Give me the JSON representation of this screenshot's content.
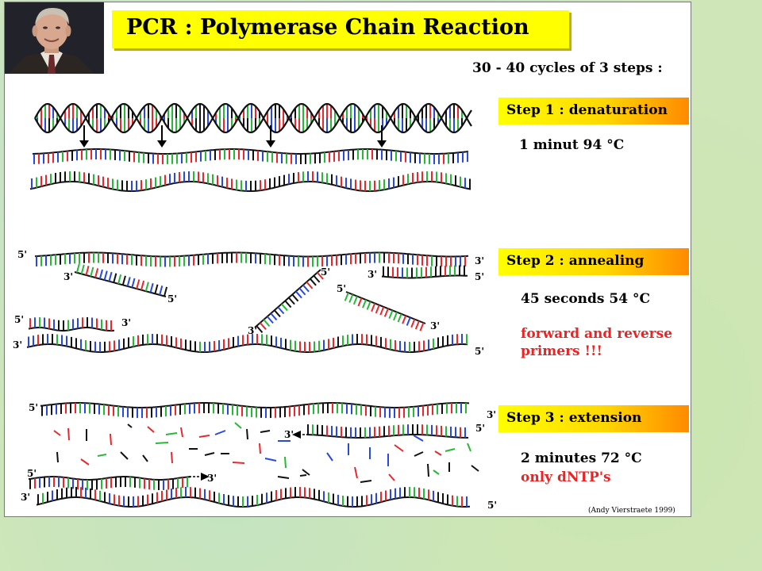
{
  "title": "PCR : Polymerase Chain Reaction",
  "cycles_text": "30 - 40 cycles of 3 steps :",
  "steps": [
    {
      "label": "Step 1 : denaturation",
      "detail": "1 minut 94 °C"
    },
    {
      "label": "Step 2 : annealing",
      "detail": "45 seconds 54 °C",
      "note": [
        "forward and reverse",
        "primers !!!"
      ]
    },
    {
      "label": "Step 3 : extension",
      "detail": "2 minutes 72 °C",
      "note": [
        "only dNTP's"
      ]
    }
  ],
  "strand_labels": {
    "five": "5'",
    "three": "3'"
  },
  "credit": "(Andy Vierstraete 1999)",
  "colors": {
    "title_bg": "#ffff00",
    "step_gradient_start": "#ffff00",
    "step_gradient_end": "#ff8a00",
    "base_red": "#e8282c",
    "base_green": "#28b838",
    "base_blue": "#2848e0",
    "base_black": "#111111",
    "note_red": "#ee2222"
  },
  "icons": [
    "portrait-photo",
    "down-arrow-icon",
    "right-arrow-icon",
    "left-arrow-icon"
  ]
}
